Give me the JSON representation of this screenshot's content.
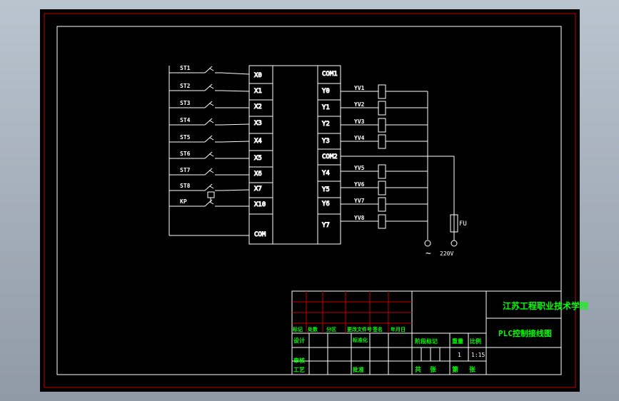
{
  "colors": {
    "background": "#000000",
    "border_red": "#c40000",
    "line_white": "#ffffff",
    "text_green": "#00ff00",
    "text_white": "#ffffff",
    "table_red": "#c40000"
  },
  "switches": [
    {
      "label": "ST1",
      "kind": "no-switch"
    },
    {
      "label": "ST2",
      "kind": "no-switch"
    },
    {
      "label": "ST3",
      "kind": "no-switch"
    },
    {
      "label": "ST4",
      "kind": "no-switch"
    },
    {
      "label": "ST5",
      "kind": "no-switch"
    },
    {
      "label": "ST6",
      "kind": "no-switch"
    },
    {
      "label": "ST7",
      "kind": "no-switch"
    },
    {
      "label": "ST8",
      "kind": "no-switch"
    },
    {
      "label": "KP",
      "kind": "pressure-switch"
    }
  ],
  "plc_inputs": [
    "X0",
    "X1",
    "X2",
    "X3",
    "X4",
    "X5",
    "X6",
    "X7",
    "X10",
    "COM"
  ],
  "plc_outputs": [
    "COM1",
    "Y0",
    "Y1",
    "Y2",
    "Y3",
    "COM2",
    "Y4",
    "Y5",
    "Y6",
    "Y7"
  ],
  "coils": [
    "YV1",
    "YV2",
    "YV3",
    "YV4",
    "YV5",
    "YV6",
    "YV7",
    "YV8"
  ],
  "fuse_label": "FU",
  "supply_label": "220V",
  "supply_symbol": "~",
  "title_block": {
    "school": "江苏工程职业技术学院",
    "drawing_title": "PLC控制接线图",
    "header_cells": [
      "标记",
      "处数",
      "分区",
      "更改文件号",
      "签名",
      "年月日"
    ],
    "design": "设计",
    "standardization": "标准化",
    "review": "审核",
    "process": "工艺",
    "approve": "批准",
    "stage_mark": "阶段标记",
    "weight": "重量",
    "scale": "比例",
    "weight_value": "1",
    "scale_value": "1:15",
    "sheets_total": "共",
    "sheets_total_unit": "张",
    "sheet_no": "第",
    "sheet_no_unit": "张"
  }
}
